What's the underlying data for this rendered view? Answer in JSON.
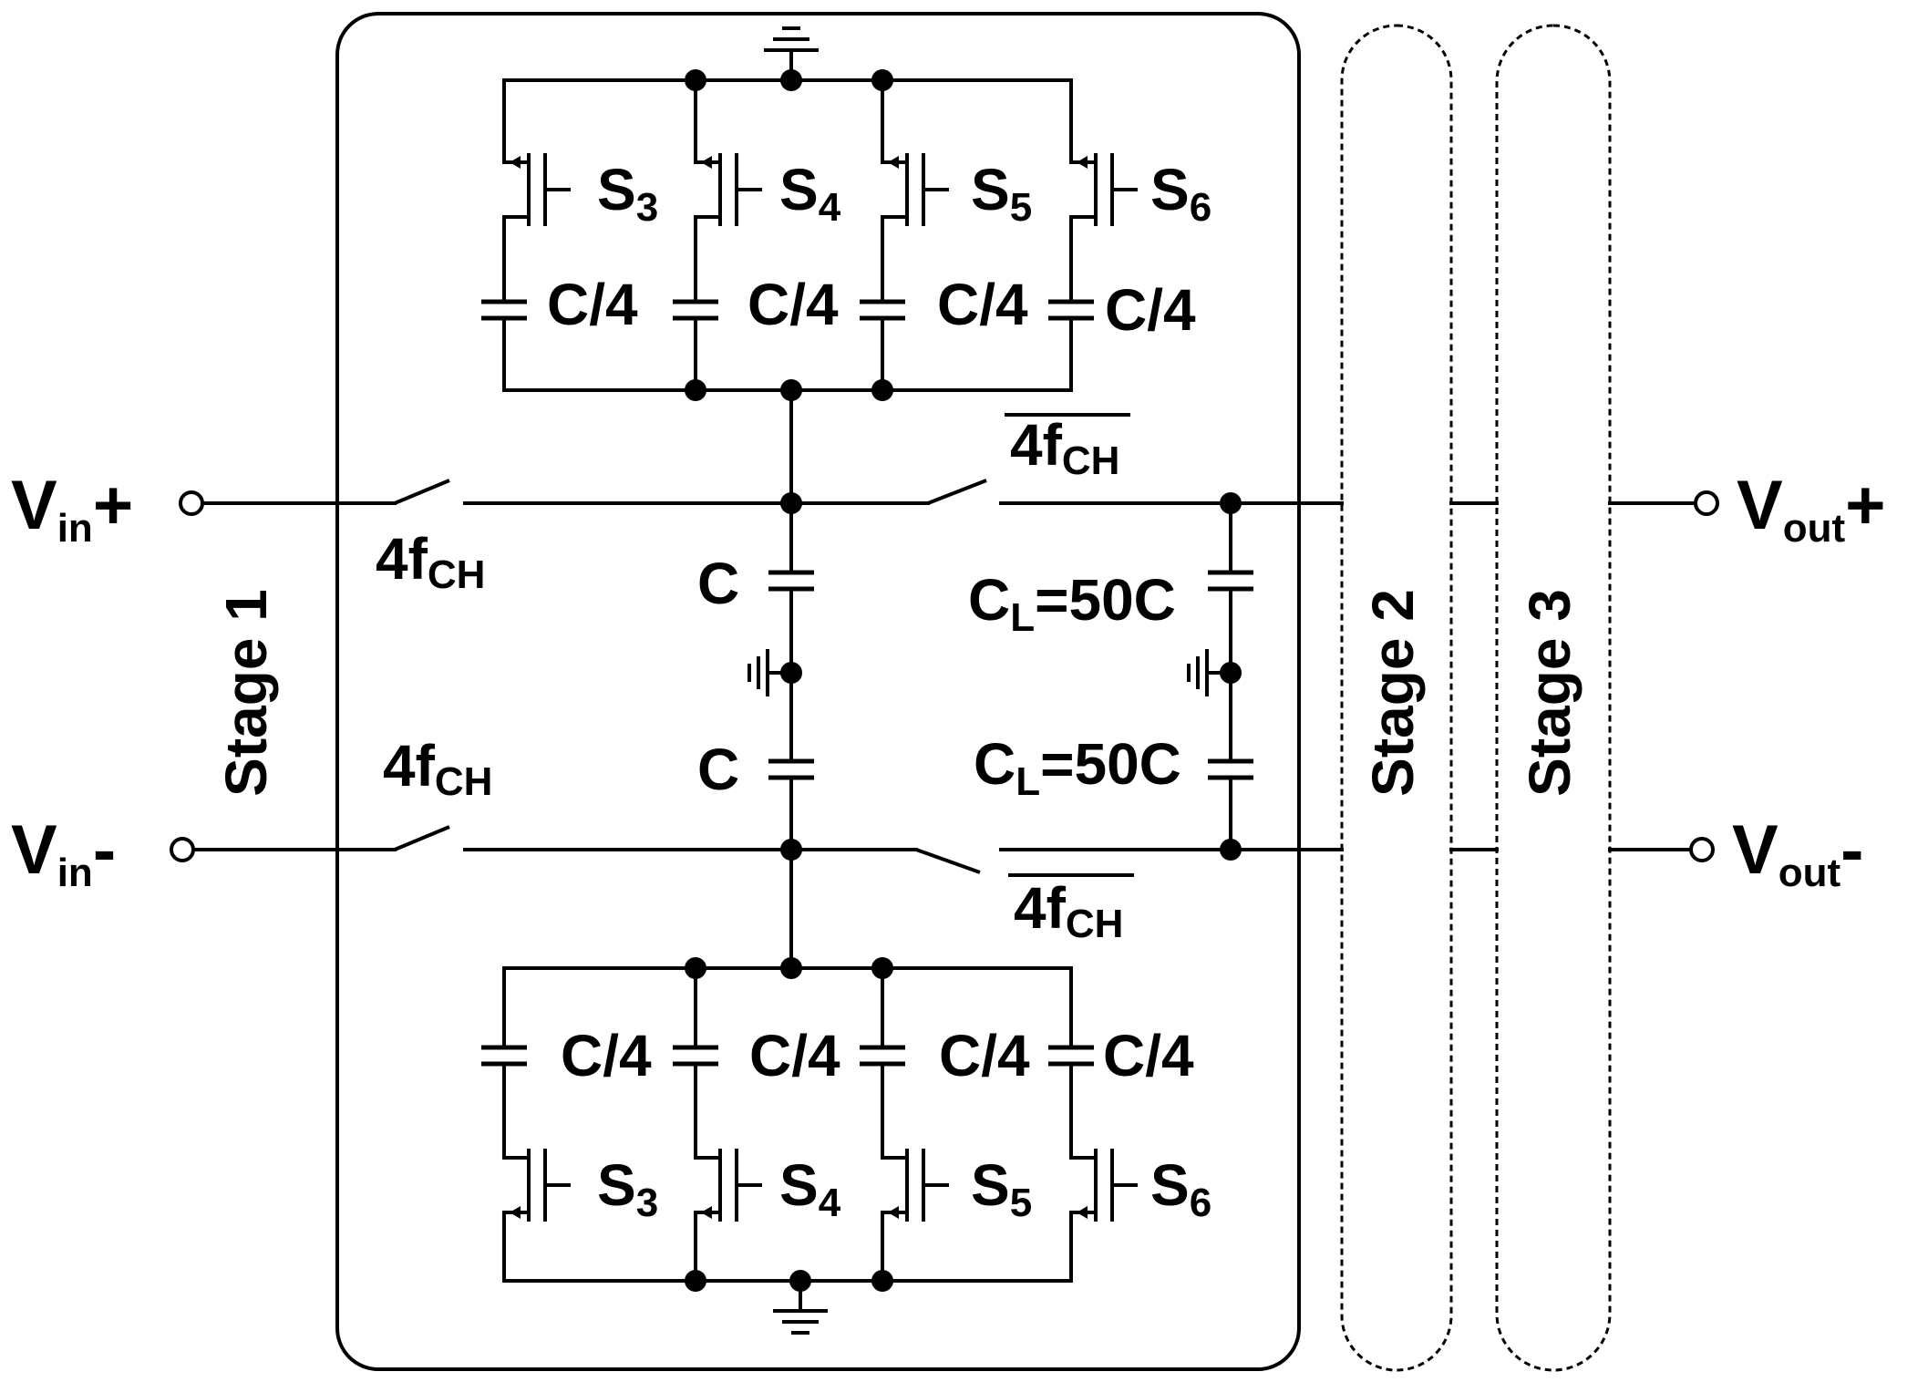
{
  "labels": {
    "vin_pos": {
      "main": "V",
      "sub": "in",
      "sign": "+"
    },
    "vin_neg": {
      "main": "V",
      "sub": "in",
      "sign": "-"
    },
    "vout_pos": {
      "main": "V",
      "sub": "out",
      "sign": "+"
    },
    "vout_neg": {
      "main": "V",
      "sub": "out",
      "sign": "-"
    },
    "clk_top_left": {
      "main": "4f",
      "sub": "CH"
    },
    "clk_bot_left": {
      "main": "4f",
      "sub": "CH"
    },
    "clk_top_right": {
      "main": "4f",
      "sub": "CH"
    },
    "clk_bot_right": {
      "main": "4f",
      "sub": "CH"
    },
    "cap_center_top": "C",
    "cap_center_bot": "C",
    "cl_top": {
      "main": "C",
      "sub": "L",
      "rest": "=50C"
    },
    "cl_bot": {
      "main": "C",
      "sub": "L",
      "rest": "=50C"
    },
    "bank_top_caps": [
      "C/4",
      "C/4",
      "C/4",
      "C/4"
    ],
    "bank_bot_caps": [
      "C/4",
      "C/4",
      "C/4",
      "C/4"
    ],
    "bank_top_switches": [
      {
        "main": "S",
        "sub": "3"
      },
      {
        "main": "S",
        "sub": "4"
      },
      {
        "main": "S",
        "sub": "5"
      },
      {
        "main": "S",
        "sub": "6"
      }
    ],
    "bank_bot_switches": [
      {
        "main": "S",
        "sub": "3"
      },
      {
        "main": "S",
        "sub": "4"
      },
      {
        "main": "S",
        "sub": "5"
      },
      {
        "main": "S",
        "sub": "6"
      }
    ],
    "stage1": "Stage 1",
    "stage2": "Stage 2",
    "stage3": "Stage 3"
  },
  "colors": {
    "ink": "#000000",
    "background": "#ffffff"
  }
}
